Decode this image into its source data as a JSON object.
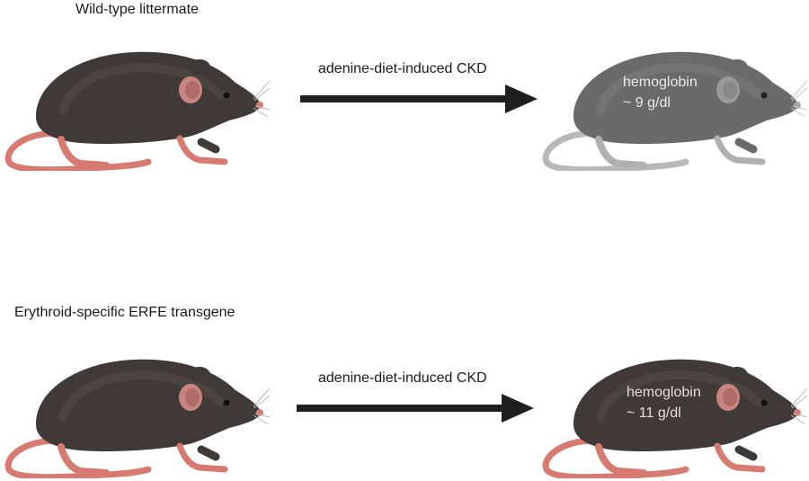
{
  "rows": [
    {
      "title": "Wild-type littermate",
      "arrow_label": "adenine-diet-induced CKD",
      "result": {
        "line1": "hemoglobin",
        "line2": "~ 9 g/dl"
      }
    },
    {
      "title": "Erythroid-specific ERFE transgene",
      "arrow_label": "adenine-diet-induced CKD",
      "result": {
        "line1": "hemoglobin",
        "line2": "~ 11 g/dl"
      }
    }
  ],
  "colors": {
    "mouse_body_dark": "#3f3a37",
    "mouse_body_pale": "#6a6a6a",
    "tail_pink": "#d77b72",
    "tail_gray": "#b8b8b8",
    "arrow": "#1f1f1f",
    "hb_text_pale": "#e9e9e9",
    "hb_text_dark": "#f0d9d9"
  }
}
